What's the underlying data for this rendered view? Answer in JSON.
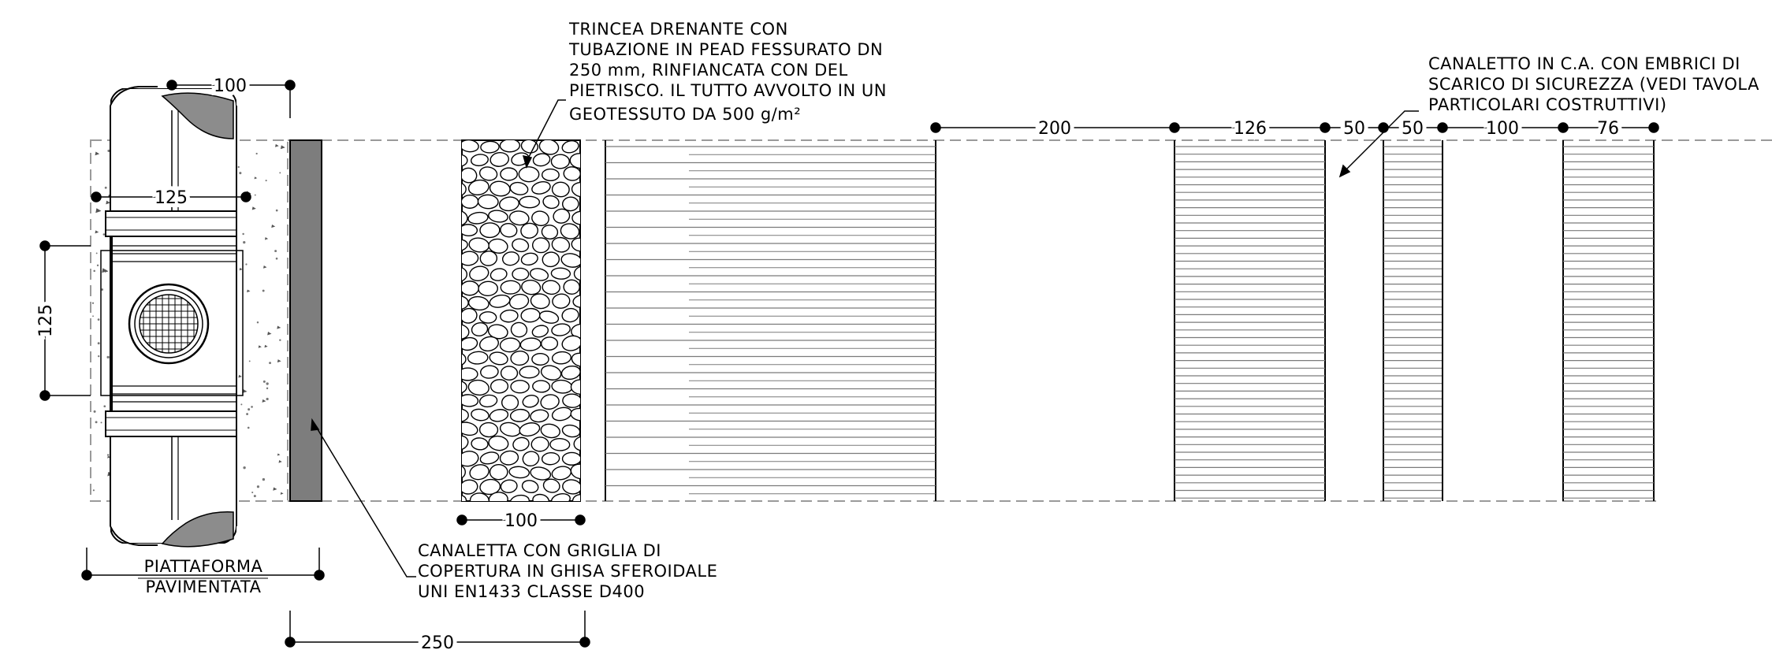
{
  "annotations": {
    "trincea": [
      "TRINCEA DRENANTE CON",
      "TUBAZIONE IN PEAD FESSURATO DN",
      "250 mm, RINFIANCATA CON DEL",
      "PIETRISCO. IL TUTTO AVVOLTO IN UN",
      "GEOTESSUTO DA 500 g/m²"
    ],
    "canaletto": [
      "CANALETTO IN C.A. CON EMBRICI DI",
      "SCARICO DI SICUREZZA (VEDI TAVOLA",
      "PARTICOLARI COSTRUTTIVI)"
    ],
    "canaletta": [
      "CANALETTA CON GRIGLIA DI",
      "COPERTURA IN GHISA SFEROIDALE",
      "UNI EN1433 CLASSE D400"
    ],
    "piattaforma": [
      "PIATTAFORMA",
      "PAVIMENTATA"
    ]
  },
  "dimensions": {
    "pipe_top": "100",
    "chamber_width": "125",
    "chamber_height": "125",
    "trench_width": "100",
    "total_width": "250",
    "top_chain": [
      "200",
      "126",
      "50",
      "50",
      "100",
      "76"
    ]
  },
  "colors": {
    "line": "#000000",
    "dashed": "#9a9a9a",
    "hatch": "#7a7a7a",
    "grate": "#7d7d7d",
    "pipe_cap": "#8c8c8c"
  }
}
